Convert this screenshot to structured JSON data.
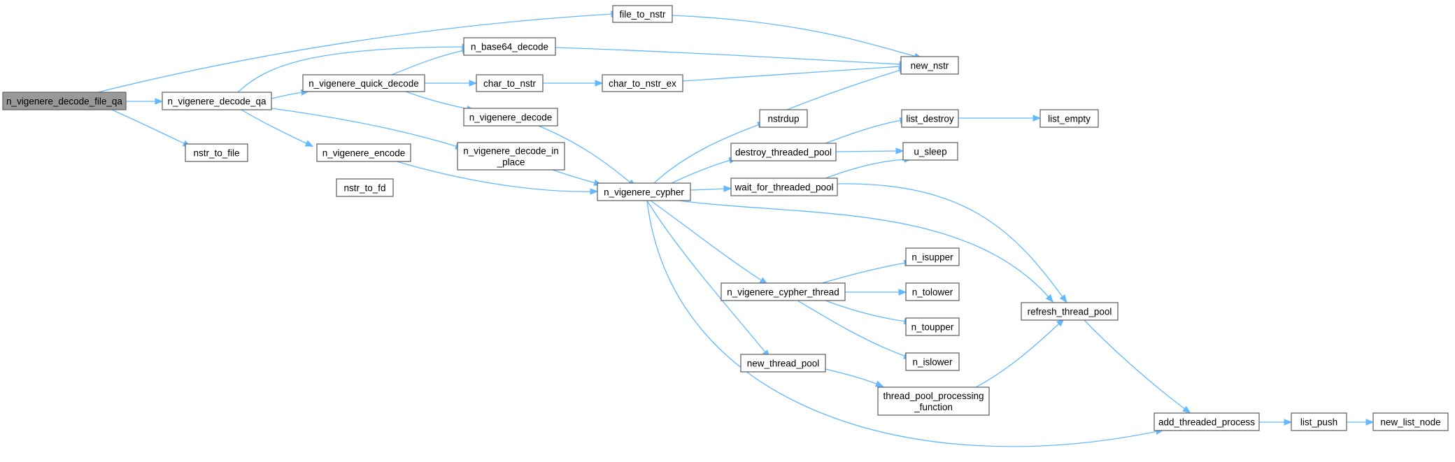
{
  "graph": {
    "nodes": [
      {
        "id": "root",
        "lines": [
          "n_vigenere_decode_file_qa"
        ],
        "root": true
      },
      {
        "id": "decode_qa",
        "lines": [
          "n_vigenere_decode_qa"
        ]
      },
      {
        "id": "nstr_to_file",
        "lines": [
          "nstr_to_file"
        ]
      },
      {
        "id": "nstr_to_fd",
        "lines": [
          "nstr_to_fd"
        ]
      },
      {
        "id": "file_to_nstr",
        "lines": [
          "file_to_nstr"
        ]
      },
      {
        "id": "new_nstr",
        "lines": [
          "new_nstr"
        ]
      },
      {
        "id": "base64",
        "lines": [
          "n_base64_decode"
        ]
      },
      {
        "id": "quick",
        "lines": [
          "n_vigenere_quick_decode"
        ]
      },
      {
        "id": "char_to_nstr",
        "lines": [
          "char_to_nstr"
        ]
      },
      {
        "id": "char_to_nstr_ex",
        "lines": [
          "char_to_nstr_ex"
        ]
      },
      {
        "id": "vdecode",
        "lines": [
          "n_vigenere_decode"
        ]
      },
      {
        "id": "encode",
        "lines": [
          "n_vigenere_encode"
        ]
      },
      {
        "id": "inplace",
        "lines": [
          "n_vigenere_decode_in",
          "_place"
        ]
      },
      {
        "id": "cypher",
        "lines": [
          "n_vigenere_cypher"
        ]
      },
      {
        "id": "nstrdup",
        "lines": [
          "nstrdup"
        ]
      },
      {
        "id": "destroy_pool",
        "lines": [
          "destroy_threaded_pool"
        ]
      },
      {
        "id": "list_destroy",
        "lines": [
          "list_destroy"
        ]
      },
      {
        "id": "list_empty",
        "lines": [
          "list_empty"
        ]
      },
      {
        "id": "u_sleep",
        "lines": [
          "u_sleep"
        ]
      },
      {
        "id": "wait_pool",
        "lines": [
          "wait_for_threaded_pool"
        ]
      },
      {
        "id": "refresh",
        "lines": [
          "refresh_thread_pool"
        ]
      },
      {
        "id": "cthread",
        "lines": [
          "n_vigenere_cypher_thread"
        ]
      },
      {
        "id": "isupper",
        "lines": [
          "n_isupper"
        ]
      },
      {
        "id": "tolower",
        "lines": [
          "n_tolower"
        ]
      },
      {
        "id": "toupper",
        "lines": [
          "n_toupper"
        ]
      },
      {
        "id": "islower",
        "lines": [
          "n_islower"
        ]
      },
      {
        "id": "new_pool",
        "lines": [
          "new_thread_pool"
        ]
      },
      {
        "id": "processing",
        "lines": [
          "thread_pool_processing",
          "_function"
        ]
      },
      {
        "id": "add_proc",
        "lines": [
          "add_threaded_process"
        ]
      },
      {
        "id": "list_push",
        "lines": [
          "list_push"
        ]
      },
      {
        "id": "new_list_node",
        "lines": [
          "new_list_node"
        ]
      }
    ],
    "edges": [
      [
        "root",
        "decode_qa"
      ],
      [
        "root",
        "nstr_to_file"
      ],
      [
        "root",
        "file_to_nstr"
      ],
      [
        "file_to_nstr",
        "new_nstr"
      ],
      [
        "nstr_to_file",
        "nstr_to_fd"
      ],
      [
        "decode_qa",
        "base64"
      ],
      [
        "decode_qa",
        "quick"
      ],
      [
        "decode_qa",
        "encode"
      ],
      [
        "decode_qa",
        "inplace"
      ],
      [
        "base64",
        "new_nstr"
      ],
      [
        "quick",
        "base64"
      ],
      [
        "quick",
        "char_to_nstr"
      ],
      [
        "quick",
        "vdecode"
      ],
      [
        "char_to_nstr",
        "char_to_nstr_ex"
      ],
      [
        "char_to_nstr_ex",
        "new_nstr"
      ],
      [
        "vdecode",
        "cypher"
      ],
      [
        "encode",
        "cypher"
      ],
      [
        "inplace",
        "cypher"
      ],
      [
        "cypher",
        "nstrdup"
      ],
      [
        "nstrdup",
        "new_nstr"
      ],
      [
        "cypher",
        "destroy_pool"
      ],
      [
        "destroy_pool",
        "list_destroy"
      ],
      [
        "destroy_pool",
        "u_sleep"
      ],
      [
        "list_destroy",
        "list_empty"
      ],
      [
        "cypher",
        "wait_pool"
      ],
      [
        "wait_pool",
        "u_sleep"
      ],
      [
        "wait_pool",
        "refresh"
      ],
      [
        "cypher",
        "refresh"
      ],
      [
        "cypher",
        "cthread"
      ],
      [
        "cthread",
        "isupper"
      ],
      [
        "cthread",
        "tolower"
      ],
      [
        "cthread",
        "toupper"
      ],
      [
        "cthread",
        "islower"
      ],
      [
        "cypher",
        "new_pool"
      ],
      [
        "new_pool",
        "processing"
      ],
      [
        "processing",
        "refresh"
      ],
      [
        "refresh",
        "add_proc"
      ],
      [
        "cypher",
        "add_proc"
      ],
      [
        "add_proc",
        "list_push"
      ],
      [
        "list_push",
        "new_list_node"
      ]
    ]
  },
  "colors": {
    "edge": "#63b8ff",
    "node_border": "#666666",
    "root_fill": "#999999",
    "node_fill": "#ffffff"
  }
}
